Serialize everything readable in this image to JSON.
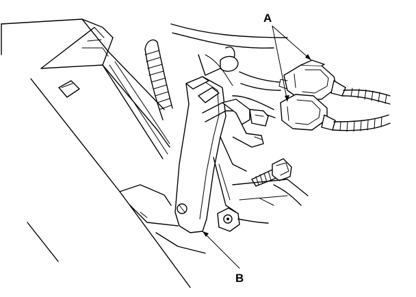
{
  "diagram": {
    "callouts": [
      {
        "id": "A",
        "label": "A",
        "target": "wiring-connectors"
      },
      {
        "id": "B",
        "label": "B",
        "target": "mounting-bracket"
      }
    ]
  }
}
